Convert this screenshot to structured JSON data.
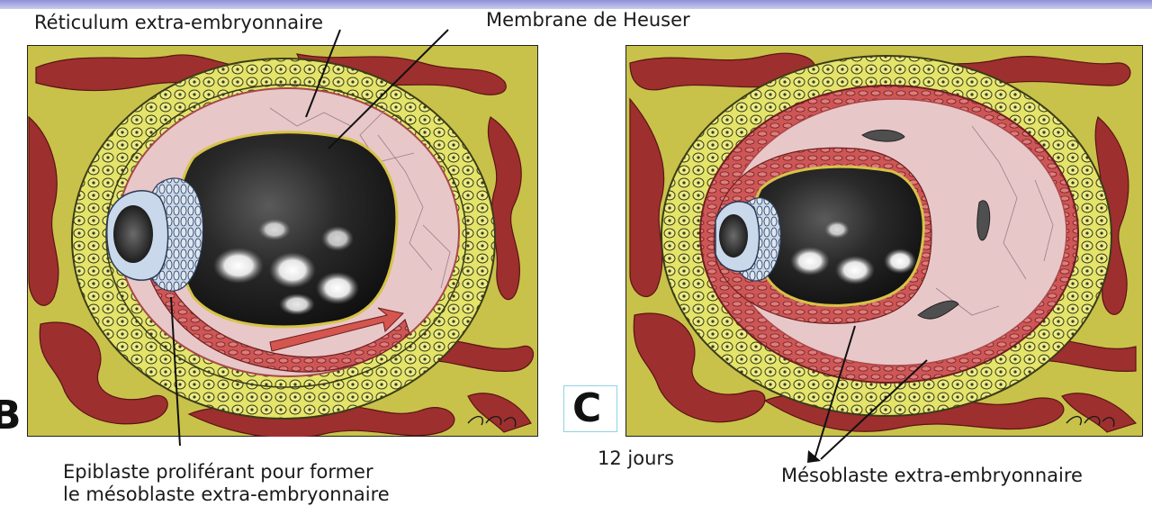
{
  "labels": {
    "reticulum": "Réticulum extra-embryonnaire",
    "heuser": "Membrane de Heuser",
    "epiblaste_line1": "Epiblaste proliférant pour former",
    "epiblaste_line2": "le mésoblaste extra-embryonnaire",
    "mesoblaste": "Mésoblaste extra-embryonnaire",
    "days": "12 jours"
  },
  "panels": {
    "b_letter": "B",
    "c_letter": "C"
  },
  "signature": "mc",
  "colors": {
    "background": "#ffffff",
    "stroma": "#c8c24a",
    "vessels": "#9e2f2f",
    "cytotrophoblast": "#dfe06c",
    "reticulum": "#e8c7c9",
    "mesoblast": "#c9494a",
    "epiblast": "#c9d8ea",
    "cavity": "#2a2a2a"
  }
}
